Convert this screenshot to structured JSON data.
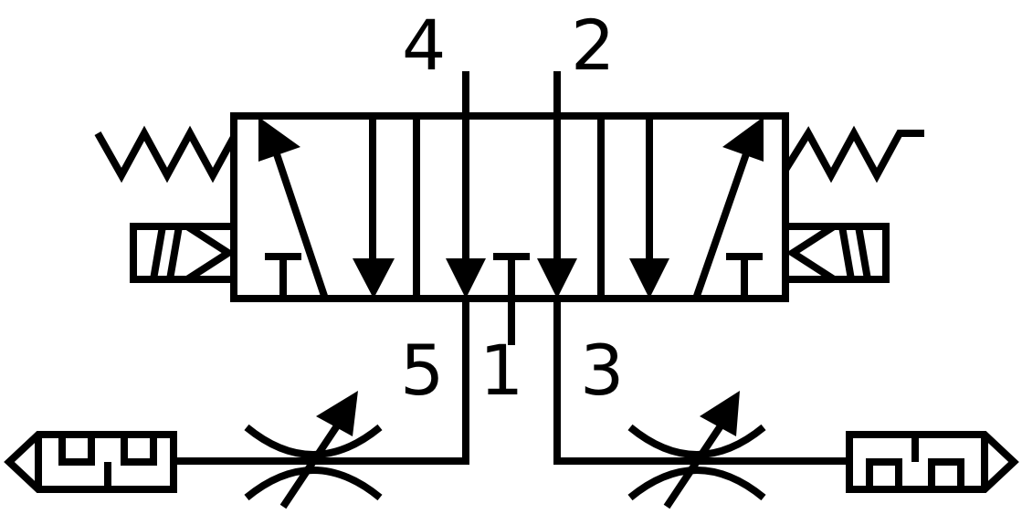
{
  "ports": {
    "p4": "4",
    "p2": "2",
    "p5": "5",
    "p1": "1",
    "p3": "3"
  },
  "colors": {
    "stroke": "#000000",
    "background": "#ffffff"
  }
}
